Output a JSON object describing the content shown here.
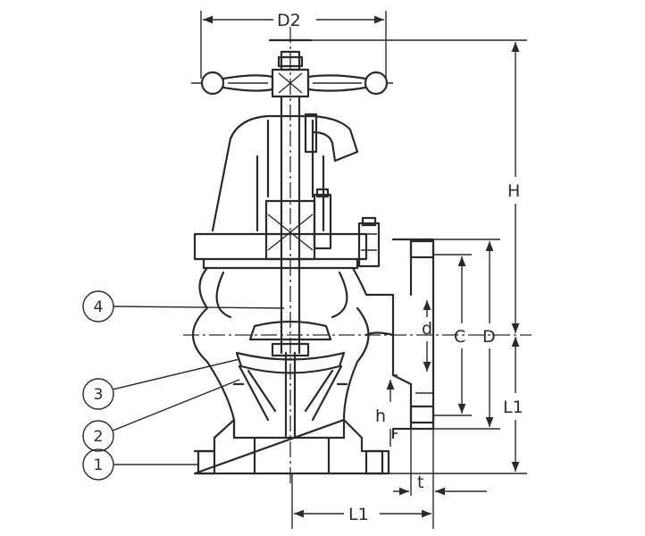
{
  "dimensions": {
    "handwheel_diameter": "D2",
    "height": "H",
    "bolt_circle": "C",
    "flange_diameter": "D",
    "bore": "d",
    "length_right": "L1",
    "length_bottom": "L1",
    "flange_recess": "h",
    "flange_thickness": "t"
  },
  "balloons": [
    {
      "number": "1"
    },
    {
      "number": "2"
    },
    {
      "number": "3"
    },
    {
      "number": "4"
    }
  ]
}
